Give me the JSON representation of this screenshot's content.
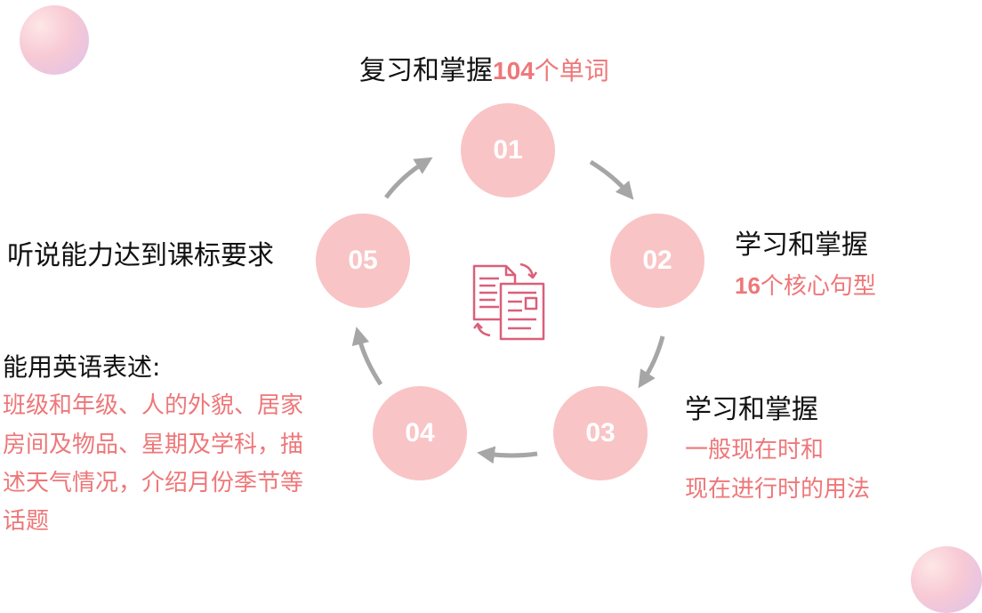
{
  "colors": {
    "circle": "#f9c4c5",
    "accent": "#ee7779",
    "arrow": "#a6a6a6",
    "icon": "#d9607a"
  },
  "steps": [
    {
      "num": "01",
      "line1_prefix": "复习和掌握",
      "line1_number": "104",
      "line1_suffix": "个单词"
    },
    {
      "num": "02",
      "title": "学习和掌握",
      "detail_number": "16",
      "detail_suffix": "个核心句型"
    },
    {
      "num": "03",
      "title": "学习和掌握",
      "detail_lines": [
        "一般现在时和",
        "现在进行时的用法"
      ]
    },
    {
      "num": "04",
      "title": "能用英语表述:",
      "detail_lines": [
        "班级和年级、人的外貌、居家",
        "房间及物品、星期及学科，描",
        "述天气情况，介绍月份季节等",
        "话题"
      ]
    },
    {
      "num": "05",
      "title": "听说能力达到课标要求"
    }
  ],
  "center_icon": "document-transfer-icon",
  "decorations": [
    "decor-circle-top-left",
    "decor-circle-bottom-right"
  ]
}
